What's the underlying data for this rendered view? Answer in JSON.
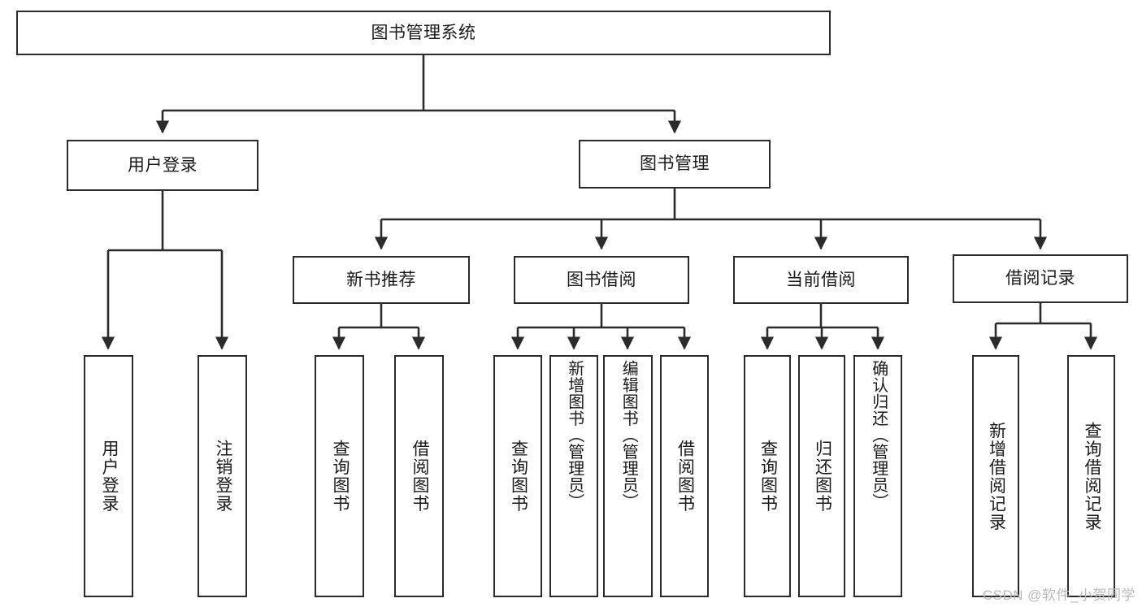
{
  "diagram": {
    "type": "tree-hierarchy-flowchart",
    "title": "图书管理系统",
    "root": {
      "id": "root",
      "label": "图书管理系统"
    },
    "level2": [
      {
        "id": "user-login",
        "label": "用户登录"
      },
      {
        "id": "book-management",
        "label": "图书管理"
      }
    ],
    "level3": [
      {
        "id": "new-book-recommend",
        "label": "新书推荐",
        "parent": "book-management"
      },
      {
        "id": "book-borrow",
        "label": "图书借阅",
        "parent": "book-management"
      },
      {
        "id": "current-borrow",
        "label": "当前借阅",
        "parent": "book-management"
      },
      {
        "id": "borrow-record",
        "label": "借阅记录",
        "parent": "book-management"
      }
    ],
    "leaves": {
      "user-login": [
        {
          "id": "leaf-user-login",
          "label": "用户登录"
        },
        {
          "id": "leaf-logout",
          "label": "注销登录"
        }
      ],
      "new-book-recommend": [
        {
          "id": "leaf-query-book-1",
          "label": "查询图书"
        },
        {
          "id": "leaf-borrow-book-1",
          "label": "借阅图书"
        }
      ],
      "book-borrow": [
        {
          "id": "leaf-query-book-2",
          "label": "查询图书"
        },
        {
          "id": "leaf-add-book",
          "label": "新增图书（管理员）"
        },
        {
          "id": "leaf-edit-book",
          "label": "编辑图书（管理员）"
        },
        {
          "id": "leaf-borrow-book-2",
          "label": "借阅图书"
        }
      ],
      "current-borrow": [
        {
          "id": "leaf-query-book-3",
          "label": "查询图书"
        },
        {
          "id": "leaf-return-book",
          "label": "归还图书"
        },
        {
          "id": "leaf-confirm-return",
          "label": "确认归还（管理员）"
        }
      ],
      "borrow-record": [
        {
          "id": "leaf-add-record",
          "label": "新增借阅记录"
        },
        {
          "id": "leaf-query-record",
          "label": "查询借阅记录"
        }
      ]
    },
    "watermark": "CSDN @软件_小贺同学",
    "colors": {
      "background": "#ffffff",
      "stroke": "#2b2b2b",
      "text": "#1a1a1a",
      "watermark": "#b9b9b9"
    }
  }
}
